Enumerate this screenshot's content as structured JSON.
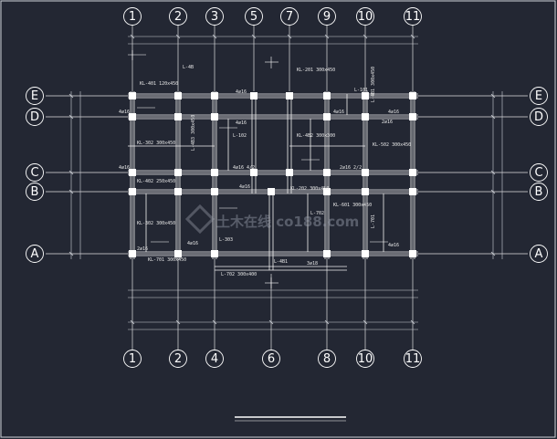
{
  "grid_columns_top": [
    "1",
    "2",
    "3",
    "5",
    "7",
    "9",
    "10",
    "11"
  ],
  "grid_columns_bottom": [
    "1",
    "2",
    "4",
    "6",
    "8",
    "10",
    "11"
  ],
  "grid_rows": [
    "E",
    "D",
    "C",
    "B",
    "A"
  ],
  "beam_labels": {
    "kl401": "KL-401 120x450",
    "kl201": "KL-201 300x450",
    "kl4b1": "L-4B1 300x450",
    "l101": "L-101",
    "l4b": "L-4B",
    "kl302": "KL-302 300x450",
    "l102": "L-102",
    "kl502": "KL-502 300x450",
    "kl402": "KL-402 250x450",
    "kl4b2": "KL-4B2 300x300",
    "l4b3": "L-4B3 300x450",
    "l4b1": "L-4B1",
    "kl202": "KL-202 300x450",
    "l702": "L-702",
    "kl302b": "KL-302 300x450",
    "kl601": "KL-601 300x450",
    "l701": "L-701",
    "l303": "L-303",
    "kl701": "KL-701 300x450",
    "l702b": "L-702 300x400"
  },
  "rebar_labels": {
    "r1": "4⌀16",
    "r2": "2⌀16",
    "r3": "4⌀16 4/2",
    "r4": "3⌀18",
    "r5": "2⌀16 2/2"
  },
  "watermark": "土木在线 co188.com"
}
